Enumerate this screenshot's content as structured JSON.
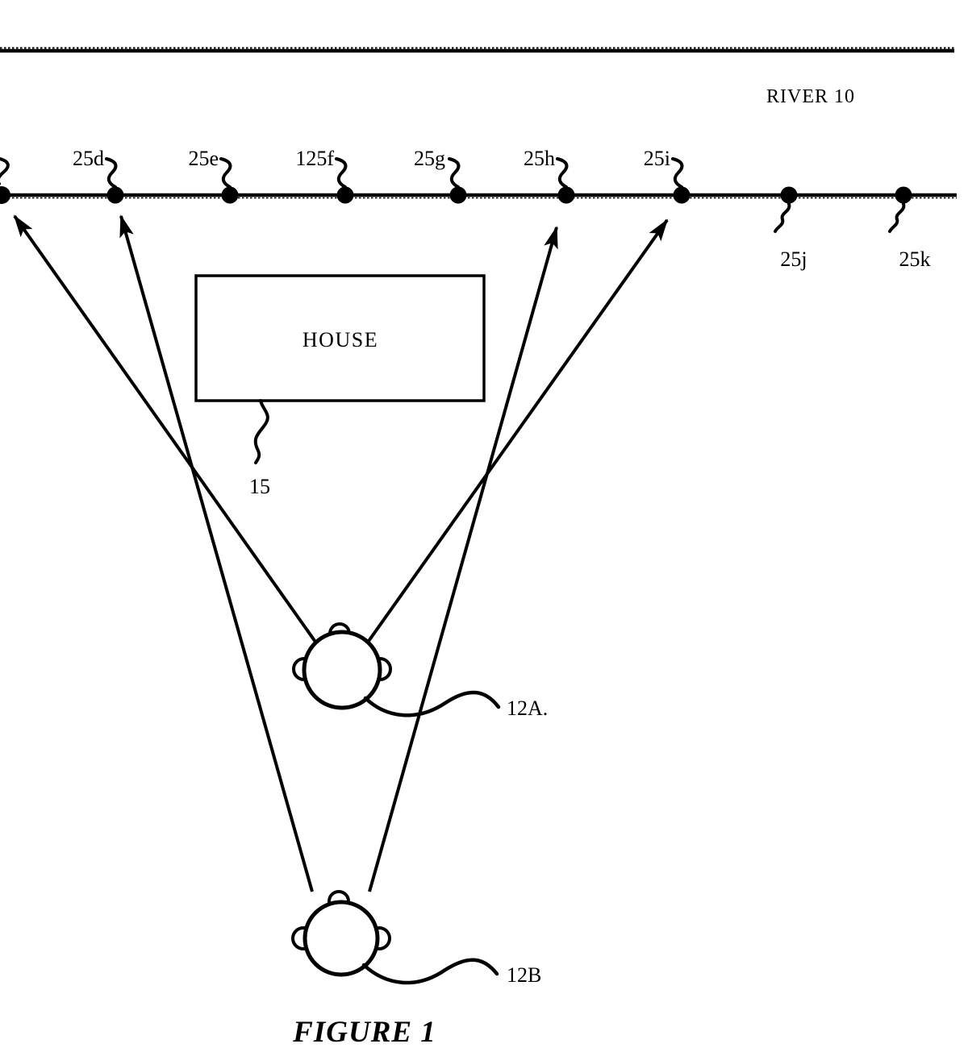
{
  "figure": {
    "caption": "FIGURE 1",
    "river": {
      "label": "RIVER 10"
    },
    "house": {
      "label": "HOUSE",
      "ref": "15"
    },
    "persons": [
      {
        "label": "12A."
      },
      {
        "label": "12B"
      }
    ],
    "markers": [
      {
        "label": "25d"
      },
      {
        "label": "25e"
      },
      {
        "label": "125f"
      },
      {
        "label": "25g"
      },
      {
        "label": "25h"
      },
      {
        "label": "25i"
      },
      {
        "label": "25j"
      },
      {
        "label": "25k"
      }
    ],
    "colors": {
      "ink": "#000000",
      "background": "#ffffff"
    }
  }
}
